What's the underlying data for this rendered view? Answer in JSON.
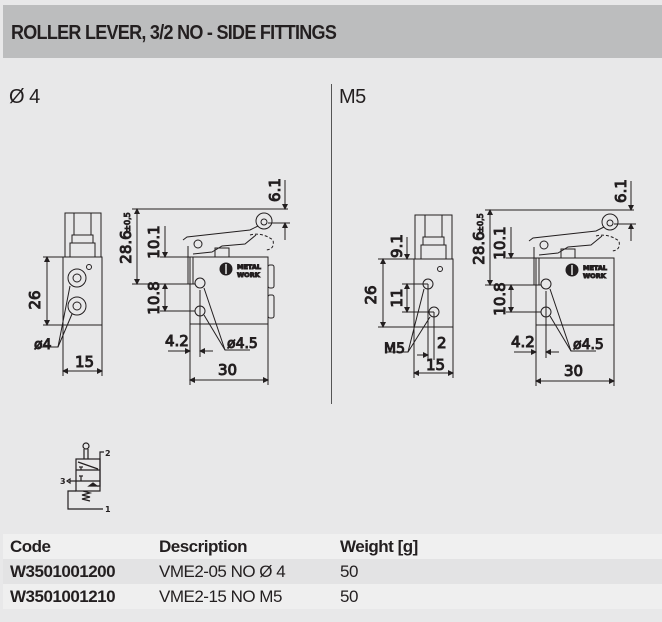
{
  "title": "ROLLER LEVER, 3/2 NO - SIDE FITTINGS",
  "left": {
    "label": "Ø 4",
    "dims": {
      "h26": "26",
      "port": "ø4",
      "w15": "15",
      "h286": "28.6",
      "tol": "±0,5",
      "h101": "10.1",
      "h108": "10.8",
      "h61": "6.1",
      "w42": "4.2",
      "hole": "ø4.5",
      "w30": "30"
    }
  },
  "right": {
    "label": "M5",
    "dims": {
      "h26": "26",
      "h91": "9.1",
      "h11": "11",
      "port": "M5",
      "w2": "2",
      "w15": "15",
      "h286": "28.6",
      "tol": "±0,5",
      "h101": "10.1",
      "h108": "10.8",
      "h61": "6.1",
      "w42": "4.2",
      "hole": "ø4.5",
      "w30": "30"
    }
  },
  "logo": {
    "line1": "METAL",
    "line2": "WORK"
  },
  "symbol": {
    "port1": "1",
    "port2": "2",
    "port3": "3"
  },
  "table": {
    "headers": [
      "Code",
      "Description",
      "Weight [g]"
    ],
    "rows": [
      [
        "W3501001200",
        "VME2-05 NO Ø 4",
        "50"
      ],
      [
        "W3501001210",
        "VME2-15 NO M5",
        "50"
      ]
    ]
  }
}
